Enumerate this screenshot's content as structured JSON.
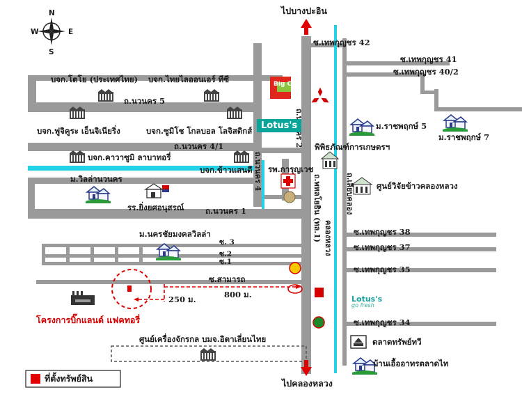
{
  "compass": {
    "n": "N",
    "s": "S",
    "e": "E",
    "w": "W"
  },
  "directions": {
    "north": "ไปบางปะอิน",
    "south": "ไปคลองหลวง"
  },
  "roads": {
    "phahonyothin": "ถ.พหลโยธิน (ทล.1)",
    "klong_luang": "คลองหลวง",
    "main_left": "ถ.นวนคร 2",
    "main_right": "ถ.เลียบคลอง",
    "navanakorn4": "ถ.นวนคร 4",
    "navanakorn5": "ถ.นวนคร 5",
    "navanakorn4_1": "ถ.นวนคร 4/1",
    "navanakorn1": "ถ.นวนคร 1",
    "soi3": "ซ. 3",
    "soi2": "ซ.2",
    "soi1": "ซ.1",
    "samakkhi": "ซ.สามารถ"
  },
  "labels": {
    "toyo": "บจก.โตโย (ประเทศไทย)",
    "thai_lay": "บจก.ไทยไลออนเอร์ ทีซี",
    "fujikura": "บจก.ฟูจิคูระ เอ็นจิเนียริ่ง",
    "sumisho": "บจก.ซูมิโช โกลบอล โลจิสติกส์",
    "kawasumi": "บจก.คาวาซูมิ ลาบาทอรี่",
    "rice_mill": "บจก.ข้าวแสนดี",
    "villa_nakorn": "ม.วิลล่านวนคร",
    "school": "รร.ยิ่งยศอนุสรณ์",
    "hospital": "รพ.การุญเวช",
    "nakornchai": "ม.นครชัยมงคลวิลล่า",
    "project": "โครงการบิ๊กแลนด์ แฟคทอรี่",
    "distance_250": "250 ม.",
    "distance_800": "800 ม.",
    "machine_center": "ศูนย์เครื่องจักรกล บมจ.อิตาเลี่ยนไทย",
    "soi42": "ซ.เทพกุญชร 42",
    "soi41": "ซ.เทพกุญชร 41",
    "soi40_2": "ซ.เทพกุญชร 40/2",
    "rachaphruek5": "ม.ราชพฤกษ์ 5",
    "rachaphruek7": "ม.ราชพฤกษ์ 7",
    "museum": "พิพิธภัณฑ์การเกษตรฯ",
    "rice_center": "ศูนย์วิจัยข้าวคลองหลวง",
    "soi38": "ซ.เทพกุญชร 38",
    "soi37": "ซ.เทพกุญชร 37",
    "soi35": "ซ.เทพกุญชร 35",
    "soi34": "ซ.เทพกุญชร 34",
    "market": "ตลาดทรัพย์ทวี",
    "ua_house": "บ้านเอื้ออาทรตลาดไท",
    "big_c": "Big C",
    "lotus": "Lotus's",
    "lotus_go": "Lotus's",
    "lotus_go_sub": "go fresh"
  },
  "legend": {
    "property": "ที่ตั้งทรัพย์สิน"
  },
  "colors": {
    "road": "#9a9a9a",
    "canal": "#22d3e8",
    "arrow": "#e00000",
    "marker": "#e00000",
    "house": "#2a9a3a"
  }
}
